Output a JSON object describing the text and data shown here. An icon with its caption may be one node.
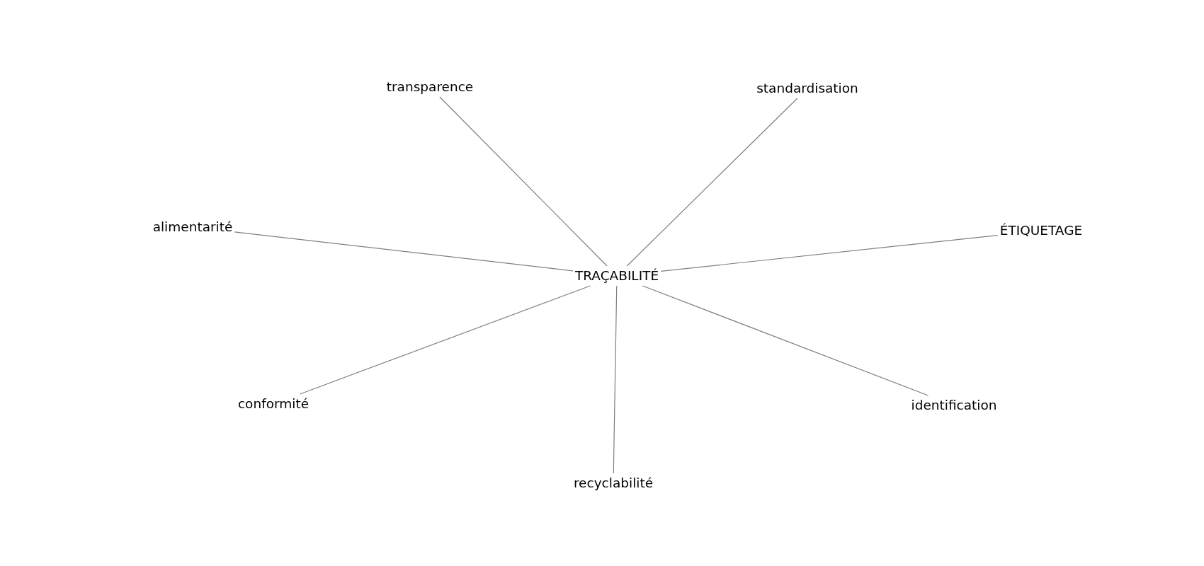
{
  "diagram": {
    "nodes": [
      {
        "text": [
          "transparence"
        ]
      },
      {
        "text": [
          "standardisation"
        ]
      },
      {
        "text": [
          "alimentarité"
        ]
      },
      {
        "text": [
          "ÉTIQUETAGE"
        ]
      },
      {
        "text": [
          "TRAÇABILITÉ"
        ]
      },
      {
        "text": [
          "conformité"
        ]
      },
      {
        "text": [
          "identification"
        ]
      },
      {
        "text": [
          "recyclabilité"
        ]
      }
    ],
    "edges": [
      {
        "from": 4,
        "to": 0,
        "arrow": "none"
      },
      {
        "from": 4,
        "to": 1,
        "arrow": "none"
      },
      {
        "from": 4,
        "to": 2,
        "arrow": "none"
      },
      {
        "from": 4,
        "to": 3,
        "arrow": "none"
      },
      {
        "from": 4,
        "to": 5,
        "arrow": "none"
      },
      {
        "from": 4,
        "to": 6,
        "arrow": "none"
      },
      {
        "from": 4,
        "to": 7,
        "arrow": "none"
      }
    ]
  }
}
